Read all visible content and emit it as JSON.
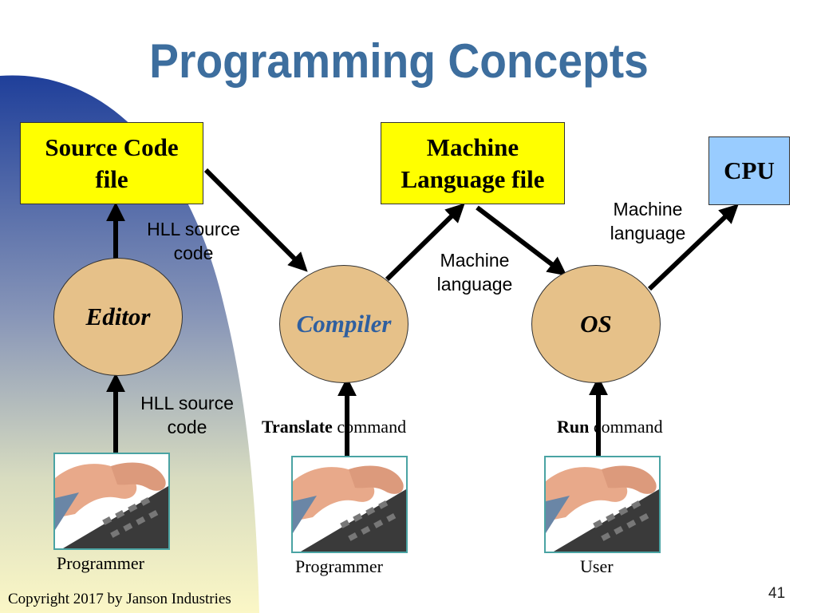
{
  "slide": {
    "title": "Programming Concepts",
    "footer": "Copyright 2017 by Janson Industries",
    "page_number": "41"
  },
  "boxes": {
    "source_code": "Source Code\nfile",
    "machine_language": "Machine\nLanguage file",
    "cpu": "CPU"
  },
  "nodes": {
    "editor": "Editor",
    "compiler": "Compiler",
    "os": "OS"
  },
  "labels": {
    "hll_source_code_top": "HLL source\ncode",
    "hll_source_code_bottom": "HLL source\ncode",
    "machine_language_1": "Machine\nlanguage",
    "machine_language_2": "Machine\nlanguage"
  },
  "commands": {
    "translate_bold": "Translate",
    "translate_rest": " command",
    "run_bold": "Run",
    "run_rest": " command"
  },
  "roles": {
    "programmer_1": "Programmer",
    "programmer_2": "Programmer",
    "user": "User"
  },
  "colors": {
    "title": "#3d6e9e",
    "box_yellow": "#ffff00",
    "box_blue": "#99ccff",
    "node_fill": "#e6c189",
    "compiler_text": "#2f5f9f",
    "photo_border": "#4aa3a3"
  },
  "icons": {
    "person_photo": "hands-on-keyboard-photo"
  }
}
